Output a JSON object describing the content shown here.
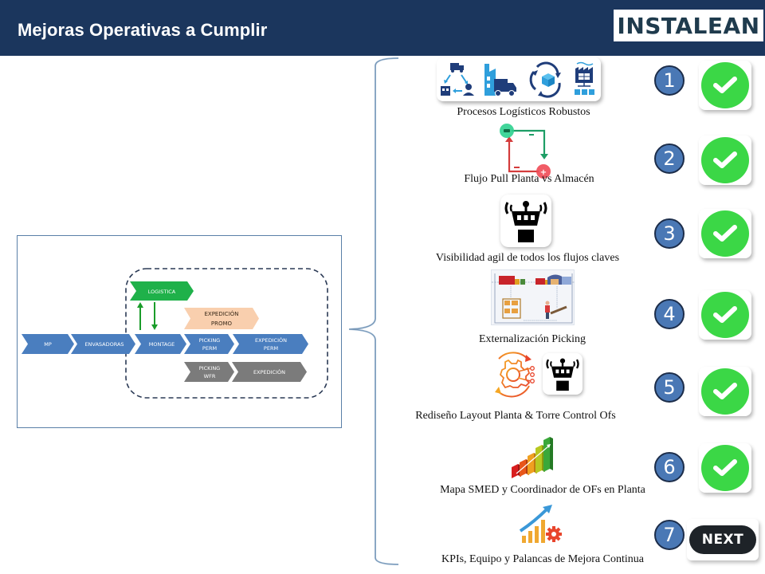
{
  "header": {
    "title": "Mejoras Operativas a Cumplir",
    "logo": "INSTALEAN",
    "background_color": "#1b365d"
  },
  "diagram": {
    "chevrons_main": [
      "MP",
      "ENVASADORAS",
      "MONTAGE"
    ],
    "picking_perm": [
      "PICKING",
      "PERM"
    ],
    "expedicion_perm": [
      "EXPEDICIÓN",
      "PERM"
    ],
    "logistica": "LOGISTICA",
    "expedicion_promo": [
      "EXPEDICIÓN",
      "PROMO"
    ],
    "picking_wfr": [
      "PICKING",
      "WFR"
    ],
    "expedicion": "EXPEDICIÓN",
    "colors": {
      "blue": "#4a7ebf",
      "green": "#1fb14a",
      "peach": "#f9cfae",
      "grey": "#7b7b7b",
      "arrow_green": "#1a9c2a",
      "dash": "#2b3a55"
    }
  },
  "items": [
    {
      "number": "1",
      "label": "Procesos Logísticos Robustos",
      "icon": "logistics-icons-strip",
      "status": "done"
    },
    {
      "number": "2",
      "label": "Flujo Pull Planta vs Almacén",
      "icon": "pull-flow-icon",
      "status": "done"
    },
    {
      "number": "3",
      "label": "Visibilidad agil de todos los flujos claves",
      "icon": "control-tower-icon",
      "status": "done"
    },
    {
      "number": "4",
      "label": "Externalización Picking",
      "icon": "warehouse-picking-illustration",
      "status": "done"
    },
    {
      "number": "5",
      "label": "Rediseño Layout Planta & Torre Control Ofs",
      "icon": "gear-redesign-icon",
      "status": "done"
    },
    {
      "number": "6",
      "label": "Mapa SMED y Coordinador de OFs en Planta",
      "icon": "bar-growth-chart-icon",
      "status": "done"
    },
    {
      "number": "7",
      "label": "KPIs, Equipo y Palancas de Mejora Continua",
      "icon": "kpi-growth-gear-icon",
      "status": "next"
    }
  ],
  "next_button": {
    "label": "NEXT"
  },
  "colors": {
    "number_circle": "#4a78b5",
    "number_border": "#1c2d4a",
    "check_green": "#3bd746",
    "next_dark": "#1e2328"
  }
}
